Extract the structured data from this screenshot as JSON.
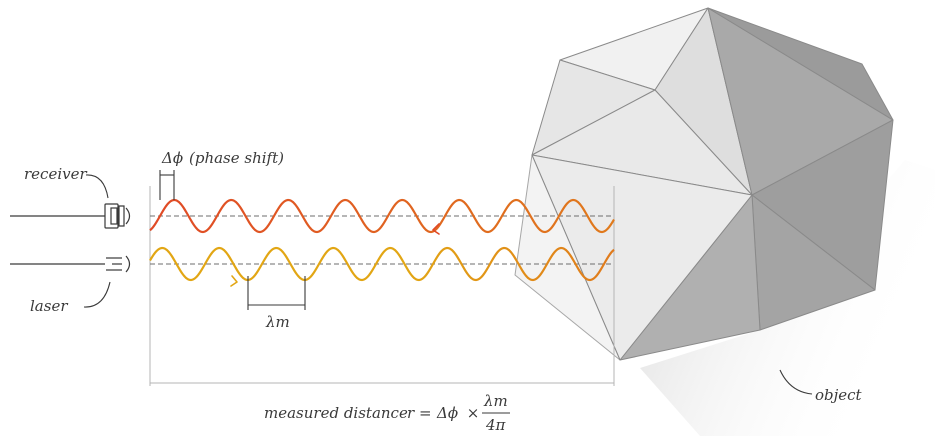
{
  "labels": {
    "receiver": "receiver",
    "laser": "laser",
    "phase_shift": "(phase shift)",
    "phase_symbol": "Δϕ",
    "wavelength": "λm",
    "object": "object",
    "measured_distance": "measured distance",
    "formula": {
      "lhs": "r = ",
      "delta_phi": "Δϕ",
      "times": " × ",
      "numerator": "λm",
      "denominator": "4π"
    }
  },
  "colors": {
    "emitted_wave": "#e2a614",
    "reflected_wave": "#e04a26",
    "wave_blend": "#e07a1c",
    "dashed_axis": "#6e6e6e",
    "guide_lines": "#b4b4b4",
    "ink": "#3a3a3a",
    "object_light": "#ececec",
    "object_mid": "#c9c9c9",
    "object_dark": "#9e9e9e"
  },
  "icons": {
    "receiver": "receiver-icon",
    "laser": "laser-icon",
    "object": "icosahedron-object"
  }
}
